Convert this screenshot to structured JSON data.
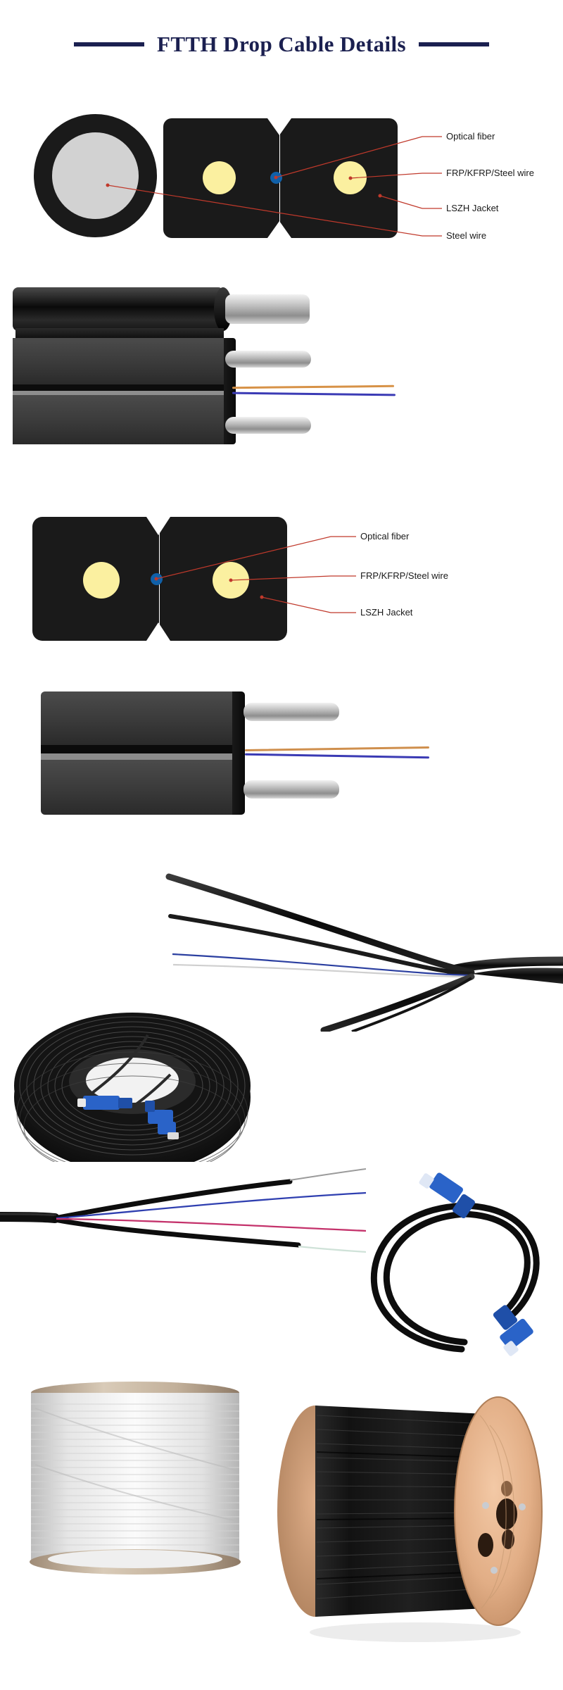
{
  "header": {
    "title": "FTTH Drop Cable Details",
    "rule_color": "#1b2050",
    "title_color": "#1b2050"
  },
  "colors": {
    "jacket_black": "#1a1a1a",
    "frp_yellow": "#fbf0a0",
    "fiber_blue": "#1060a8",
    "steel_gray": "#d2d2d2",
    "callout_red": "#c0392b",
    "connector_blue": "#2a63c8",
    "wood_tan": "#e0b08a",
    "spool_white": "#e8e8e8"
  },
  "figures": [
    {
      "id": "cross-section-self-supporting",
      "type": "cross-section-diagram",
      "caption": "",
      "parts": [
        {
          "name": "steel-wire-round",
          "shape": "circle",
          "fill": "#d2d2d2",
          "jacket": "#1a1a1a"
        },
        {
          "name": "figure8-jacket",
          "shape": "rounded-rect-notched",
          "fill": "#1a1a1a"
        },
        {
          "name": "frp-left",
          "shape": "circle",
          "fill": "#fbf0a0"
        },
        {
          "name": "frp-right",
          "shape": "circle",
          "fill": "#fbf0a0"
        },
        {
          "name": "optical-fiber",
          "shape": "circle",
          "fill": "#1060a8"
        }
      ],
      "labels": [
        {
          "text": "Optical fiber",
          "target": "optical-fiber"
        },
        {
          "text": "FRP/KFRP/Steel wire",
          "target": "frp-right"
        },
        {
          "text": "LSZH Jacket",
          "target": "figure8-jacket"
        },
        {
          "text": "Steel wire",
          "target": "steel-wire-round"
        }
      ]
    },
    {
      "id": "render-self-supporting",
      "type": "3d-render",
      "description": "Self-supporting figure-8 drop cable with steel messenger, 3 exposed strength rods and two colored fibers",
      "elements": [
        "messenger-wire",
        "upper-slab",
        "lower-slab",
        "strength-rod-top",
        "strength-rod-middle",
        "strength-rod-bottom",
        "fiber-orange",
        "fiber-blue"
      ]
    },
    {
      "id": "cross-section-flat",
      "type": "cross-section-diagram",
      "caption": "",
      "parts": [
        {
          "name": "flat-jacket",
          "shape": "rounded-rect-notched",
          "fill": "#1a1a1a"
        },
        {
          "name": "frp-left",
          "shape": "circle",
          "fill": "#fbf0a0"
        },
        {
          "name": "frp-right",
          "shape": "circle",
          "fill": "#fbf0a0"
        },
        {
          "name": "optical-fiber",
          "shape": "circle",
          "fill": "#1060a8"
        }
      ],
      "labels": [
        {
          "text": "Optical fiber",
          "target": "optical-fiber"
        },
        {
          "text": "FRP/KFRP/Steel wire",
          "target": "frp-right"
        },
        {
          "text": "LSZH Jacket",
          "target": "flat-jacket"
        }
      ]
    },
    {
      "id": "render-flat",
      "type": "3d-render",
      "description": "Flat FTTH drop cable with two exposed strength rods and two colored fibers",
      "elements": [
        "upper-slab",
        "lower-slab",
        "strength-rod-upper",
        "strength-rod-lower",
        "fiber-orange",
        "fiber-blue"
      ]
    },
    {
      "id": "photo-splayed-cable",
      "type": "photo",
      "description": "Drop cable with separated black strands, blue fiber and white strength member fanned out"
    },
    {
      "id": "photo-cable-coil",
      "type": "photo",
      "description": "Coil of black FTTH drop cable with two blue SC connectors"
    },
    {
      "id": "photo-split-fibers",
      "type": "photo",
      "description": "Cable end split showing blue fiber, red fiber and white strength members"
    },
    {
      "id": "photo-patch-cord",
      "type": "photo",
      "description": "Black patch cord looped with blue SC connectors on both ends"
    },
    {
      "id": "photo-spool-white",
      "type": "photo",
      "description": "Wooden spool wound with white fiber cable"
    },
    {
      "id": "photo-spool-black",
      "type": "photo",
      "description": "Large wooden spool wound with black FTTH drop cable"
    }
  ],
  "labels_flat": {
    "optical_fiber": "Optical fiber",
    "frp_kfrp_steel_wire": "FRP/KFRP/Steel wire",
    "lszh_jacket": "LSZH Jacket",
    "steel_wire": "Steel wire"
  }
}
